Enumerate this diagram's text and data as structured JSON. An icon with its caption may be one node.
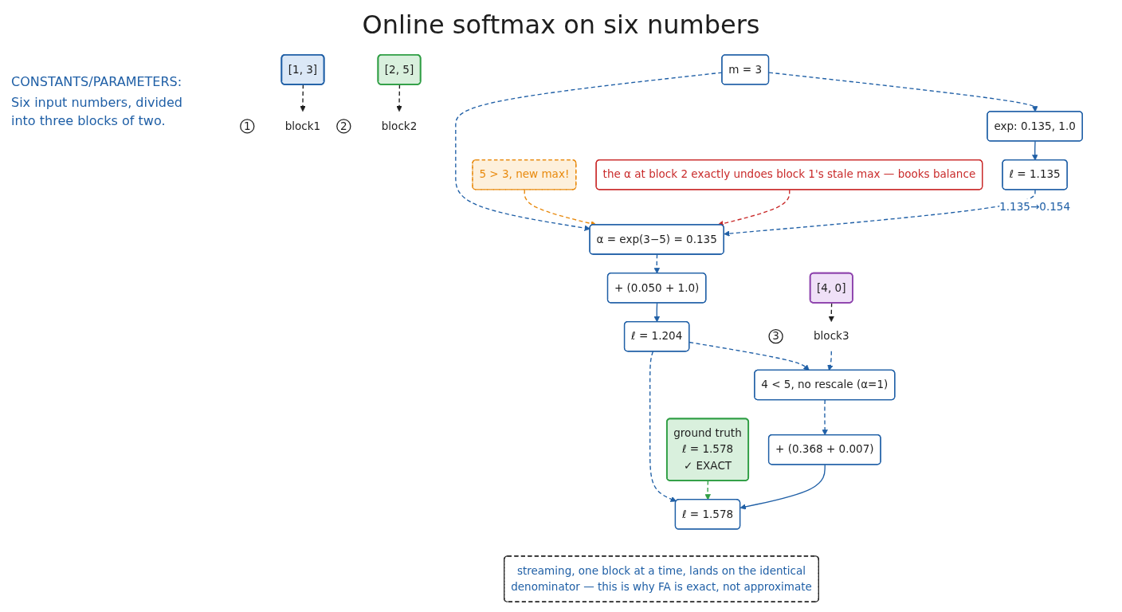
{
  "diagram": {
    "title": "Online softmax on six numbers",
    "nodes": [
      {
        "text": [
          "[1, 3]"
        ]
      },
      {
        "text": [
          "1"
        ]
      },
      {
        "text": [
          "block1"
        ]
      },
      {
        "text": [
          "m = 3"
        ]
      },
      {
        "text": [
          "exp: 0.135, 1.0"
        ]
      },
      {
        "text": [
          "ℓ = 1.135"
        ]
      },
      {
        "text": [
          "[2, 5]"
        ]
      },
      {
        "text": [
          "2"
        ]
      },
      {
        "text": [
          "block2"
        ]
      },
      {
        "text": [
          "5 > 3, new max!"
        ]
      },
      {
        "text": [
          "α = exp(3−5) = 0.135"
        ]
      },
      {
        "text": [
          "+ (0.050 + 1.0)"
        ]
      },
      {
        "text": [
          "ℓ = 1.204"
        ]
      },
      {
        "text": [
          "[4, 0]"
        ]
      },
      {
        "text": [
          "3"
        ]
      },
      {
        "text": [
          "block3"
        ]
      },
      {
        "text": [
          "4 < 5, no rescale (α=1)"
        ]
      },
      {
        "text": [
          "+ (0.368 + 0.007)"
        ]
      },
      {
        "text": [
          "ℓ = 1.578"
        ]
      },
      {
        "text": [
          "ground truth",
          "ℓ = 1.578",
          "✓ EXACT"
        ]
      },
      {
        "text": [
          "the α at block 2 exactly undoes block 1's stale max — books balance"
        ]
      },
      {
        "text": [
          "streaming, one block at a time, lands on the identical denominator — this is why FA is exact, not approximate"
        ]
      }
    ],
    "edges": [
      {
        "from": 0,
        "to": 2,
        "arrow": "to",
        "style": "dashed",
        "color": "#1e1e1e"
      },
      {
        "from": 3,
        "to": 4,
        "arrow": "to",
        "style": "dashed"
      },
      {
        "from": 4,
        "to": 5,
        "arrow": "to"
      },
      {
        "from": 3,
        "to": 10,
        "arrow": "to",
        "style": "dashed"
      },
      {
        "from": 5,
        "to": 10,
        "arrow": "to",
        "style": "dashed",
        "label": "1.135→0.154"
      },
      {
        "from": 6,
        "to": 8,
        "arrow": "to",
        "style": "dashed",
        "color": "#1e1e1e"
      },
      {
        "from": 9,
        "to": 10,
        "arrow": "to",
        "style": "dashed",
        "color": "#e8890c"
      },
      {
        "from": 10,
        "to": 11,
        "arrow": "to",
        "style": "dashed"
      },
      {
        "from": 11,
        "to": 12,
        "arrow": "to"
      },
      {
        "from": 12,
        "to": 16,
        "arrow": "to",
        "style": "dashed"
      },
      {
        "from": 12,
        "to": 18,
        "arrow": "to",
        "style": "dashed"
      },
      {
        "from": 13,
        "to": 15,
        "arrow": "to",
        "style": "dashed",
        "color": "#1e1e1e"
      },
      {
        "from": 15,
        "to": 16,
        "arrow": "to",
        "style": "dashed"
      },
      {
        "from": 16,
        "to": 17,
        "arrow": "to",
        "style": "dashed"
      },
      {
        "from": 17,
        "to": 18,
        "arrow": "to"
      },
      {
        "from": 19,
        "to": 18,
        "arrow": "to",
        "style": "dashed",
        "color": "#2f9e44"
      },
      {
        "from": 20,
        "to": 10,
        "arrow": "to",
        "style": "dashed",
        "color": "#c92a2a"
      }
    ],
    "labels": [
      "CONSTANTS/PARAMETERS:",
      "Six input numbers, divided into three blocks of two."
    ]
  }
}
